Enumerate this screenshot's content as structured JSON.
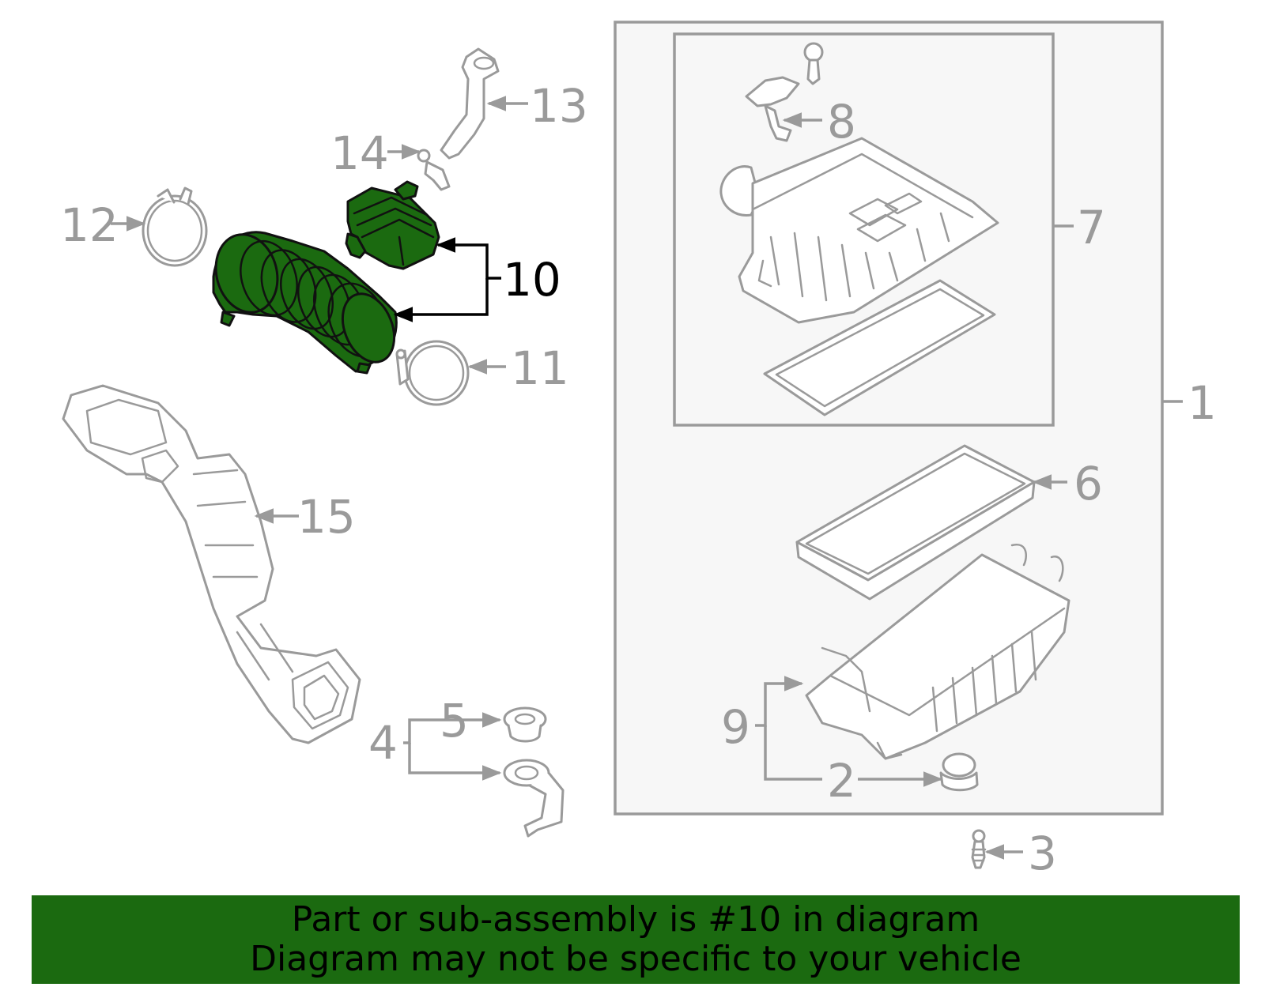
{
  "diagram": {
    "highlight_color": "#1b6a10",
    "line_color": "#9a9a9a",
    "callouts": {
      "c1": "1",
      "c2": "2",
      "c3": "3",
      "c4": "4",
      "c5": "5",
      "c6": "6",
      "c7": "7",
      "c8": "8",
      "c9": "9",
      "c10": "10",
      "c11": "11",
      "c12": "12",
      "c13": "13",
      "c14": "14",
      "c15": "15"
    },
    "highlighted_part": "10"
  },
  "banner": {
    "line1": "Part or sub-assembly is #10 in diagram",
    "line2": "Diagram may not be specific to your vehicle"
  }
}
